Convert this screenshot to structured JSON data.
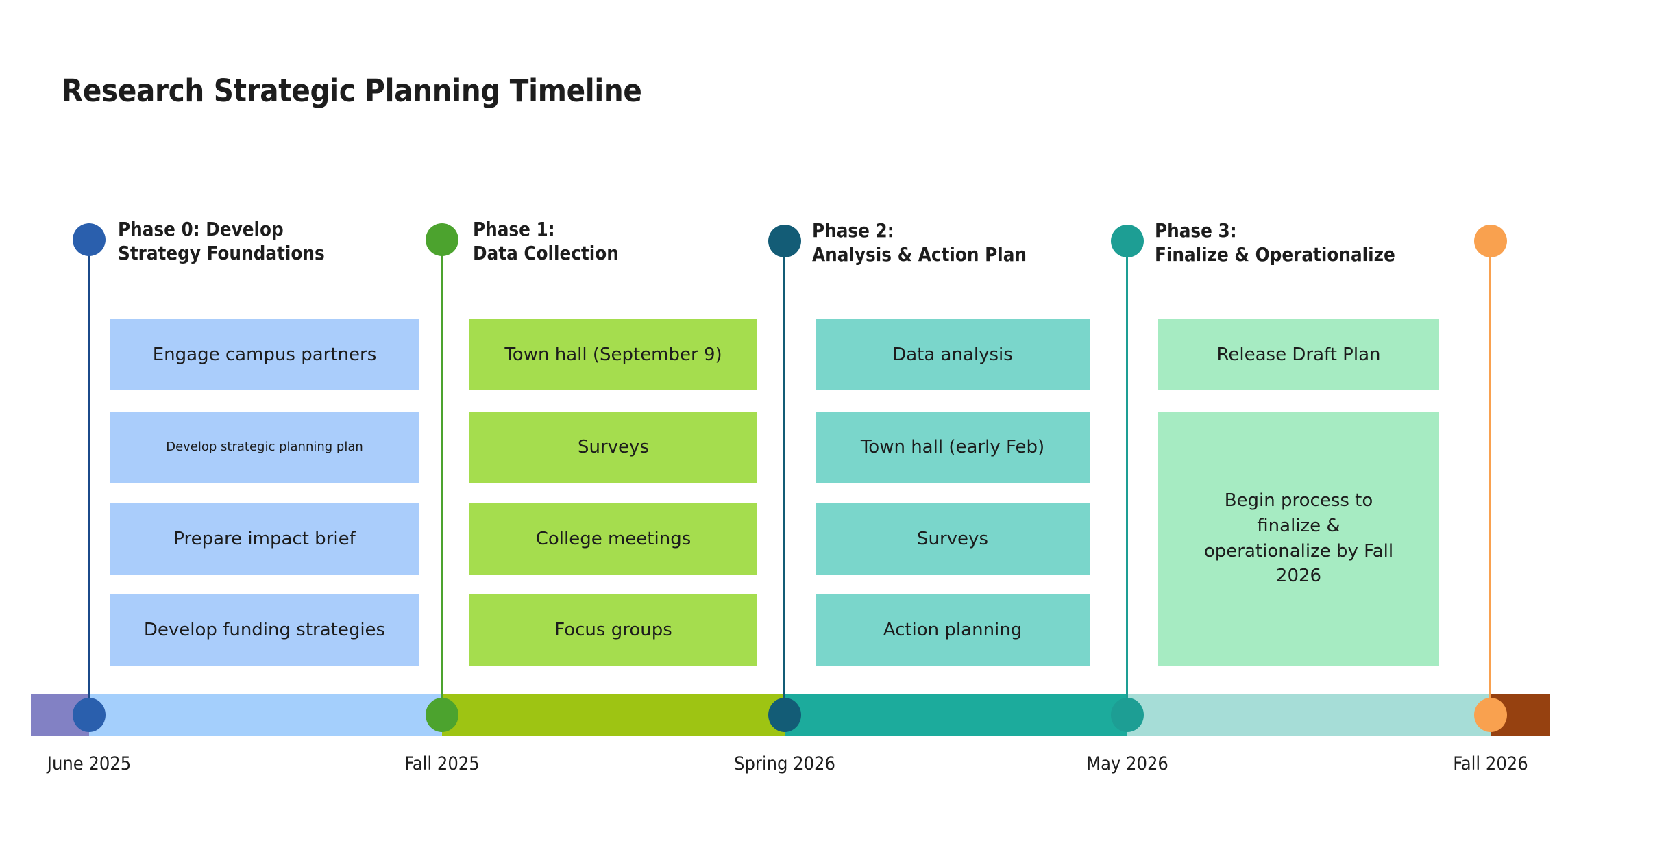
{
  "title": "Research Strategic Planning Timeline",
  "colors": {
    "background": "#ffffff",
    "text": "#1d1d1d",
    "phase0_dot": "#2a5fad",
    "phase0_box": "#aacdfb",
    "phase1_dot": "#4ca32e",
    "phase1_box": "#a5dd4e",
    "phase2_dot": "#135c76",
    "phase2_box": "#7ad6cb",
    "phase3_dot": "#1d9e94",
    "phase3_box": "#a6ebc2",
    "end_dot": "#f9a košice"
  },
  "phases": [
    {
      "id": "phase-0",
      "title_line1": "Phase 0: Develop",
      "title_line2": "Strategy Foundations",
      "dot_color": "#2a5fad",
      "stem_color": "#1b4a8a",
      "box_color": "#aacdfb",
      "tasks": [
        {
          "label": "Engage campus partners",
          "small": false
        },
        {
          "label": "Develop strategic planning plan",
          "small": true
        },
        {
          "label": "Prepare impact brief",
          "small": false
        },
        {
          "label": "Develop funding strategies",
          "small": false
        }
      ]
    },
    {
      "id": "phase-1",
      "title_line1": "Phase 1:",
      "title_line2": "Data Collection",
      "dot_color": "#4ca32e",
      "stem_color": "#4ca32e",
      "box_color": "#a5dd4e",
      "tasks": [
        {
          "label": "Town hall (September 9)",
          "small": false
        },
        {
          "label": "Surveys",
          "small": false
        },
        {
          "label": "College meetings",
          "small": false
        },
        {
          "label": "Focus groups",
          "small": false
        }
      ]
    },
    {
      "id": "phase-2",
      "title_line1": "Phase 2:",
      "title_line2": "Analysis & Action Plan",
      "dot_color": "#135c76",
      "stem_color": "#135c76",
      "box_color": "#7ad6cb",
      "tasks": [
        {
          "label": "Data analysis",
          "small": false
        },
        {
          "label": "Town hall (early Feb)",
          "small": false
        },
        {
          "label": "Surveys",
          "small": false
        },
        {
          "label": "Action planning",
          "small": false
        }
      ]
    },
    {
      "id": "phase-3",
      "title_line1": "Phase 3:",
      "title_line2": "Finalize & Operationalize",
      "dot_color": "#1d9e94",
      "stem_color": "#1d9e94",
      "box_color": "#a6ebc2",
      "tasks": [
        {
          "label": "Release Draft Plan",
          "small": false
        },
        {
          "label": "Begin process to finalize & operationalize by Fall 2026",
          "small": false
        }
      ]
    }
  ],
  "milestones": [
    {
      "label": "June 2025",
      "dot_color": "#2a5fad",
      "stem_color": "#1b4a8a"
    },
    {
      "label": "Fall 2025",
      "dot_color": "#4ca32e",
      "stem_color": "#4ca32e"
    },
    {
      "label": "Spring 2026",
      "dot_color": "#135c76",
      "stem_color": "#135c76"
    },
    {
      "label": "May 2026",
      "dot_color": "#1d9e94",
      "stem_color": "#1d9e94"
    },
    {
      "label": "Fall 2026",
      "dot_color": "#f9a council",
      "stem_color": "#f89c45"
    }
  ],
  "bar_segments": [
    {
      "color": "#8281c4"
    },
    {
      "color": "#a4cffc"
    },
    {
      "color": "#9ec413"
    },
    {
      "color": "#1cab9c"
    },
    {
      "color": "#a6ddd7"
    },
    {
      "color": "#964110"
    }
  ],
  "chart_data": {
    "type": "timeline",
    "title": "Research Strategic Planning Timeline",
    "axis_tick_labels": [
      "June 2025",
      "Fall 2025",
      "Spring 2026",
      "May 2026",
      "Fall 2026"
    ],
    "phases": [
      {
        "name": "Phase 0: Develop Strategy Foundations",
        "start": "June 2025",
        "end": "Fall 2025",
        "tasks": [
          "Engage campus partners",
          "Develop strategic planning plan",
          "Prepare impact brief",
          "Develop funding strategies"
        ]
      },
      {
        "name": "Phase 1: Data Collection",
        "start": "Fall 2025",
        "end": "Spring 2026",
        "tasks": [
          "Town hall (September 9)",
          "Surveys",
          "College meetings",
          "Focus groups"
        ]
      },
      {
        "name": "Phase 2: Analysis & Action Plan",
        "start": "Spring 2026",
        "end": "May 2026",
        "tasks": [
          "Data analysis",
          "Town hall (early Feb)",
          "Surveys",
          "Action planning"
        ]
      },
      {
        "name": "Phase 3: Finalize & Operationalize",
        "start": "May 2026",
        "end": "Fall 2026",
        "tasks": [
          "Release Draft Plan",
          "Begin process to finalize & operationalize by Fall 2026"
        ]
      }
    ]
  }
}
